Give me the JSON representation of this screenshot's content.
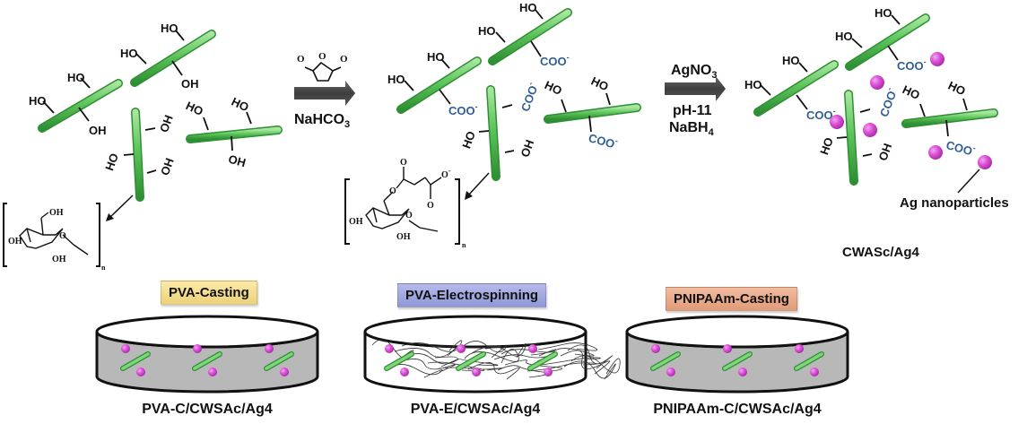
{
  "diagram": {
    "title": "Synthesis of CWSAc/Ag4 nanocomposite and composite film fabrication",
    "step1": {
      "reagent_top": "succinic anhydride",
      "reagent_bottom": "NaHCO3",
      "reagent_bottom_main": "NaHCO",
      "reagent_bottom_sub": "3"
    },
    "step2": {
      "reagent_1_main": "AgNO",
      "reagent_1_sub": "3",
      "reagent_2": "pH-11",
      "reagent_3_main": "NaBH",
      "reagent_3_sub": "4"
    },
    "groups": {
      "hydroxyl": "HO",
      "hydroxyl_rev": "OH",
      "carboxylate": "COO",
      "charge": "-"
    },
    "structures": {
      "glucose_unit": {
        "oh1": "OH",
        "oh2": "OH",
        "oh3": "OH",
        "ring_o": "O",
        "n": "n"
      },
      "succinylated_unit": {
        "o_carbonyl1": "O",
        "o_ester": "O",
        "o_carbonyl2": "O",
        "o_minus": "O",
        "charge": "-",
        "oh1": "OH",
        "oh2": "OH",
        "ring_o": "O",
        "n": "n"
      }
    },
    "product_label": "CWASc/Ag4",
    "nanoparticle_label": "Ag nanoparticles",
    "methods": [
      {
        "tag": "PVA-Casting",
        "tag_color": "#f3dc8e",
        "caption": "PVA-C/CWSAc/Ag4",
        "matrix": "cast",
        "fill": "#b8b8b8"
      },
      {
        "tag": "PVA-Electrospinning",
        "tag_color": "#9fa6de",
        "caption": "PVA-E/CWSAc/Ag4",
        "matrix": "fibers",
        "fill": "#ffffff"
      },
      {
        "tag": "PNIPAAm-Casting",
        "tag_color": "#e9a888",
        "caption": "PNIPAAm-C/CWSAc/Ag4",
        "matrix": "cast",
        "fill": "#b8b8b8"
      }
    ],
    "colors": {
      "rod": "#5cc45a",
      "rod_dark": "#2f8f34",
      "nanoparticle": "#d94fd6",
      "carboxylate_text": "#2f5f95",
      "arrow": "#4a4a4a"
    }
  }
}
